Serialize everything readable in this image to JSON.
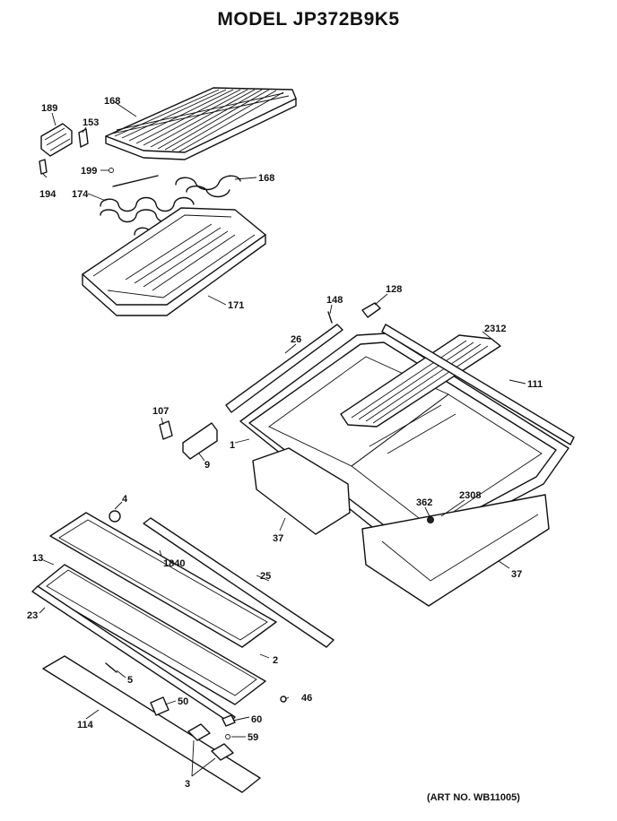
{
  "title": "MODEL JP372B9K5",
  "art_number": "(ART NO. WB11005)",
  "part_labels": {
    "p189": "189",
    "p153": "153",
    "p168a": "168",
    "p168b": "168",
    "p199": "199",
    "p174": "174",
    "p194": "194",
    "p171": "171",
    "p148": "148",
    "p128": "128",
    "p2312": "2312",
    "p26": "26",
    "p111": "111",
    "p107": "107",
    "p9": "9",
    "p1": "1",
    "p362": "362",
    "p2308": "2308",
    "p37a": "37",
    "p37b": "37",
    "p4": "4",
    "p13": "13",
    "p1840": "1840",
    "p25": "25",
    "p23": "23",
    "p2": "2",
    "p5": "5",
    "p50": "50",
    "p46": "46",
    "p114": "114",
    "p60": "60",
    "p59": "59",
    "p3": "3"
  }
}
